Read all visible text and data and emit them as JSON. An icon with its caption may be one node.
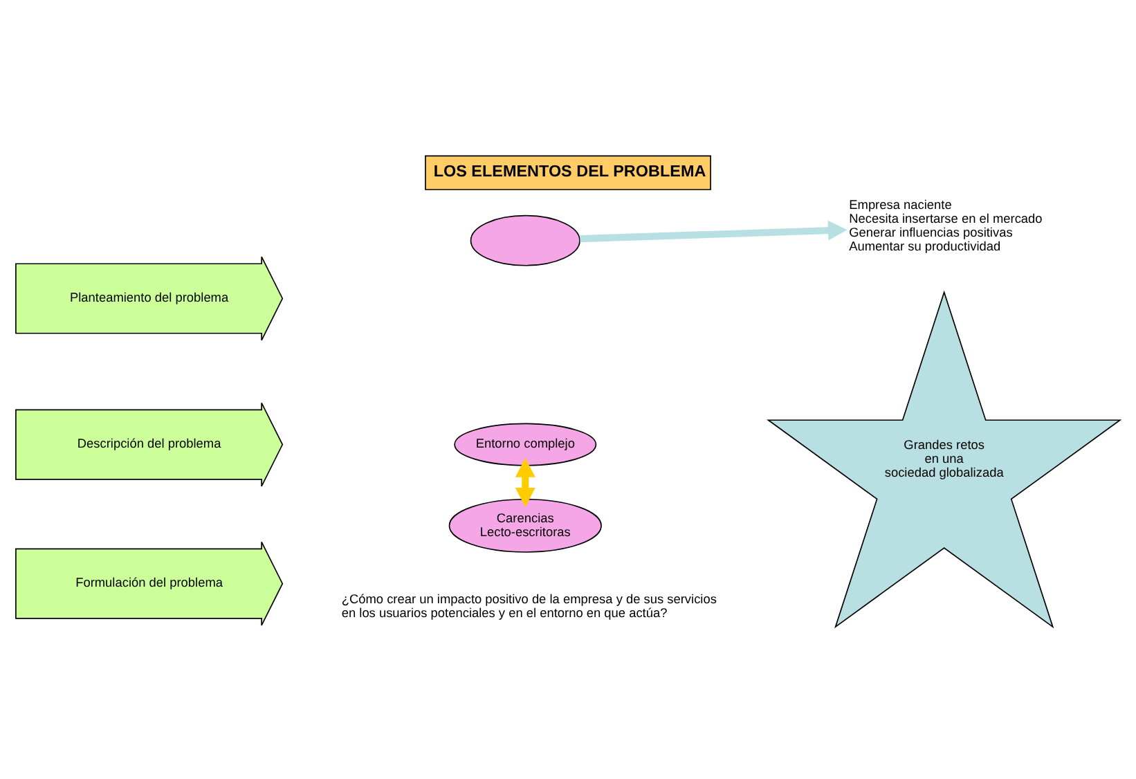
{
  "diagram": {
    "title": "LOS ELEMENTOS DEL PROBLEMA",
    "nodes": [
      {
        "text": [
          "Planteamiento del problema"
        ]
      },
      {
        "text": [],
        "shape": "ellipse"
      },
      {
        "text": [
          "Empresa naciente",
          "Necesita insertarse en el mercado",
          "Generar influencias positivas",
          "Aumentar su productividad"
        ]
      },
      {
        "text": [
          "Descripción del problema"
        ]
      },
      {
        "text": [
          "Entorno complejo"
        ]
      },
      {
        "text": [
          "Carencias Lecto-escritoras"
        ]
      },
      {
        "text": [
          "Grandes retos en una sociedad globalizada"
        ]
      },
      {
        "text": [
          "Formulación del problema"
        ]
      },
      {
        "text": [
          "¿Cómo crear un impacto positivo de la empresa y de sus servicios en los usuarios potenciales y en el entorno en que actúa?"
        ]
      }
    ],
    "edges": [
      {
        "from": 1,
        "to": 2,
        "arrow": "to",
        "color": "#b8e0e3"
      },
      {
        "from": 4,
        "to": 5,
        "arrow": "both",
        "color": "#ffcc00"
      }
    ]
  }
}
